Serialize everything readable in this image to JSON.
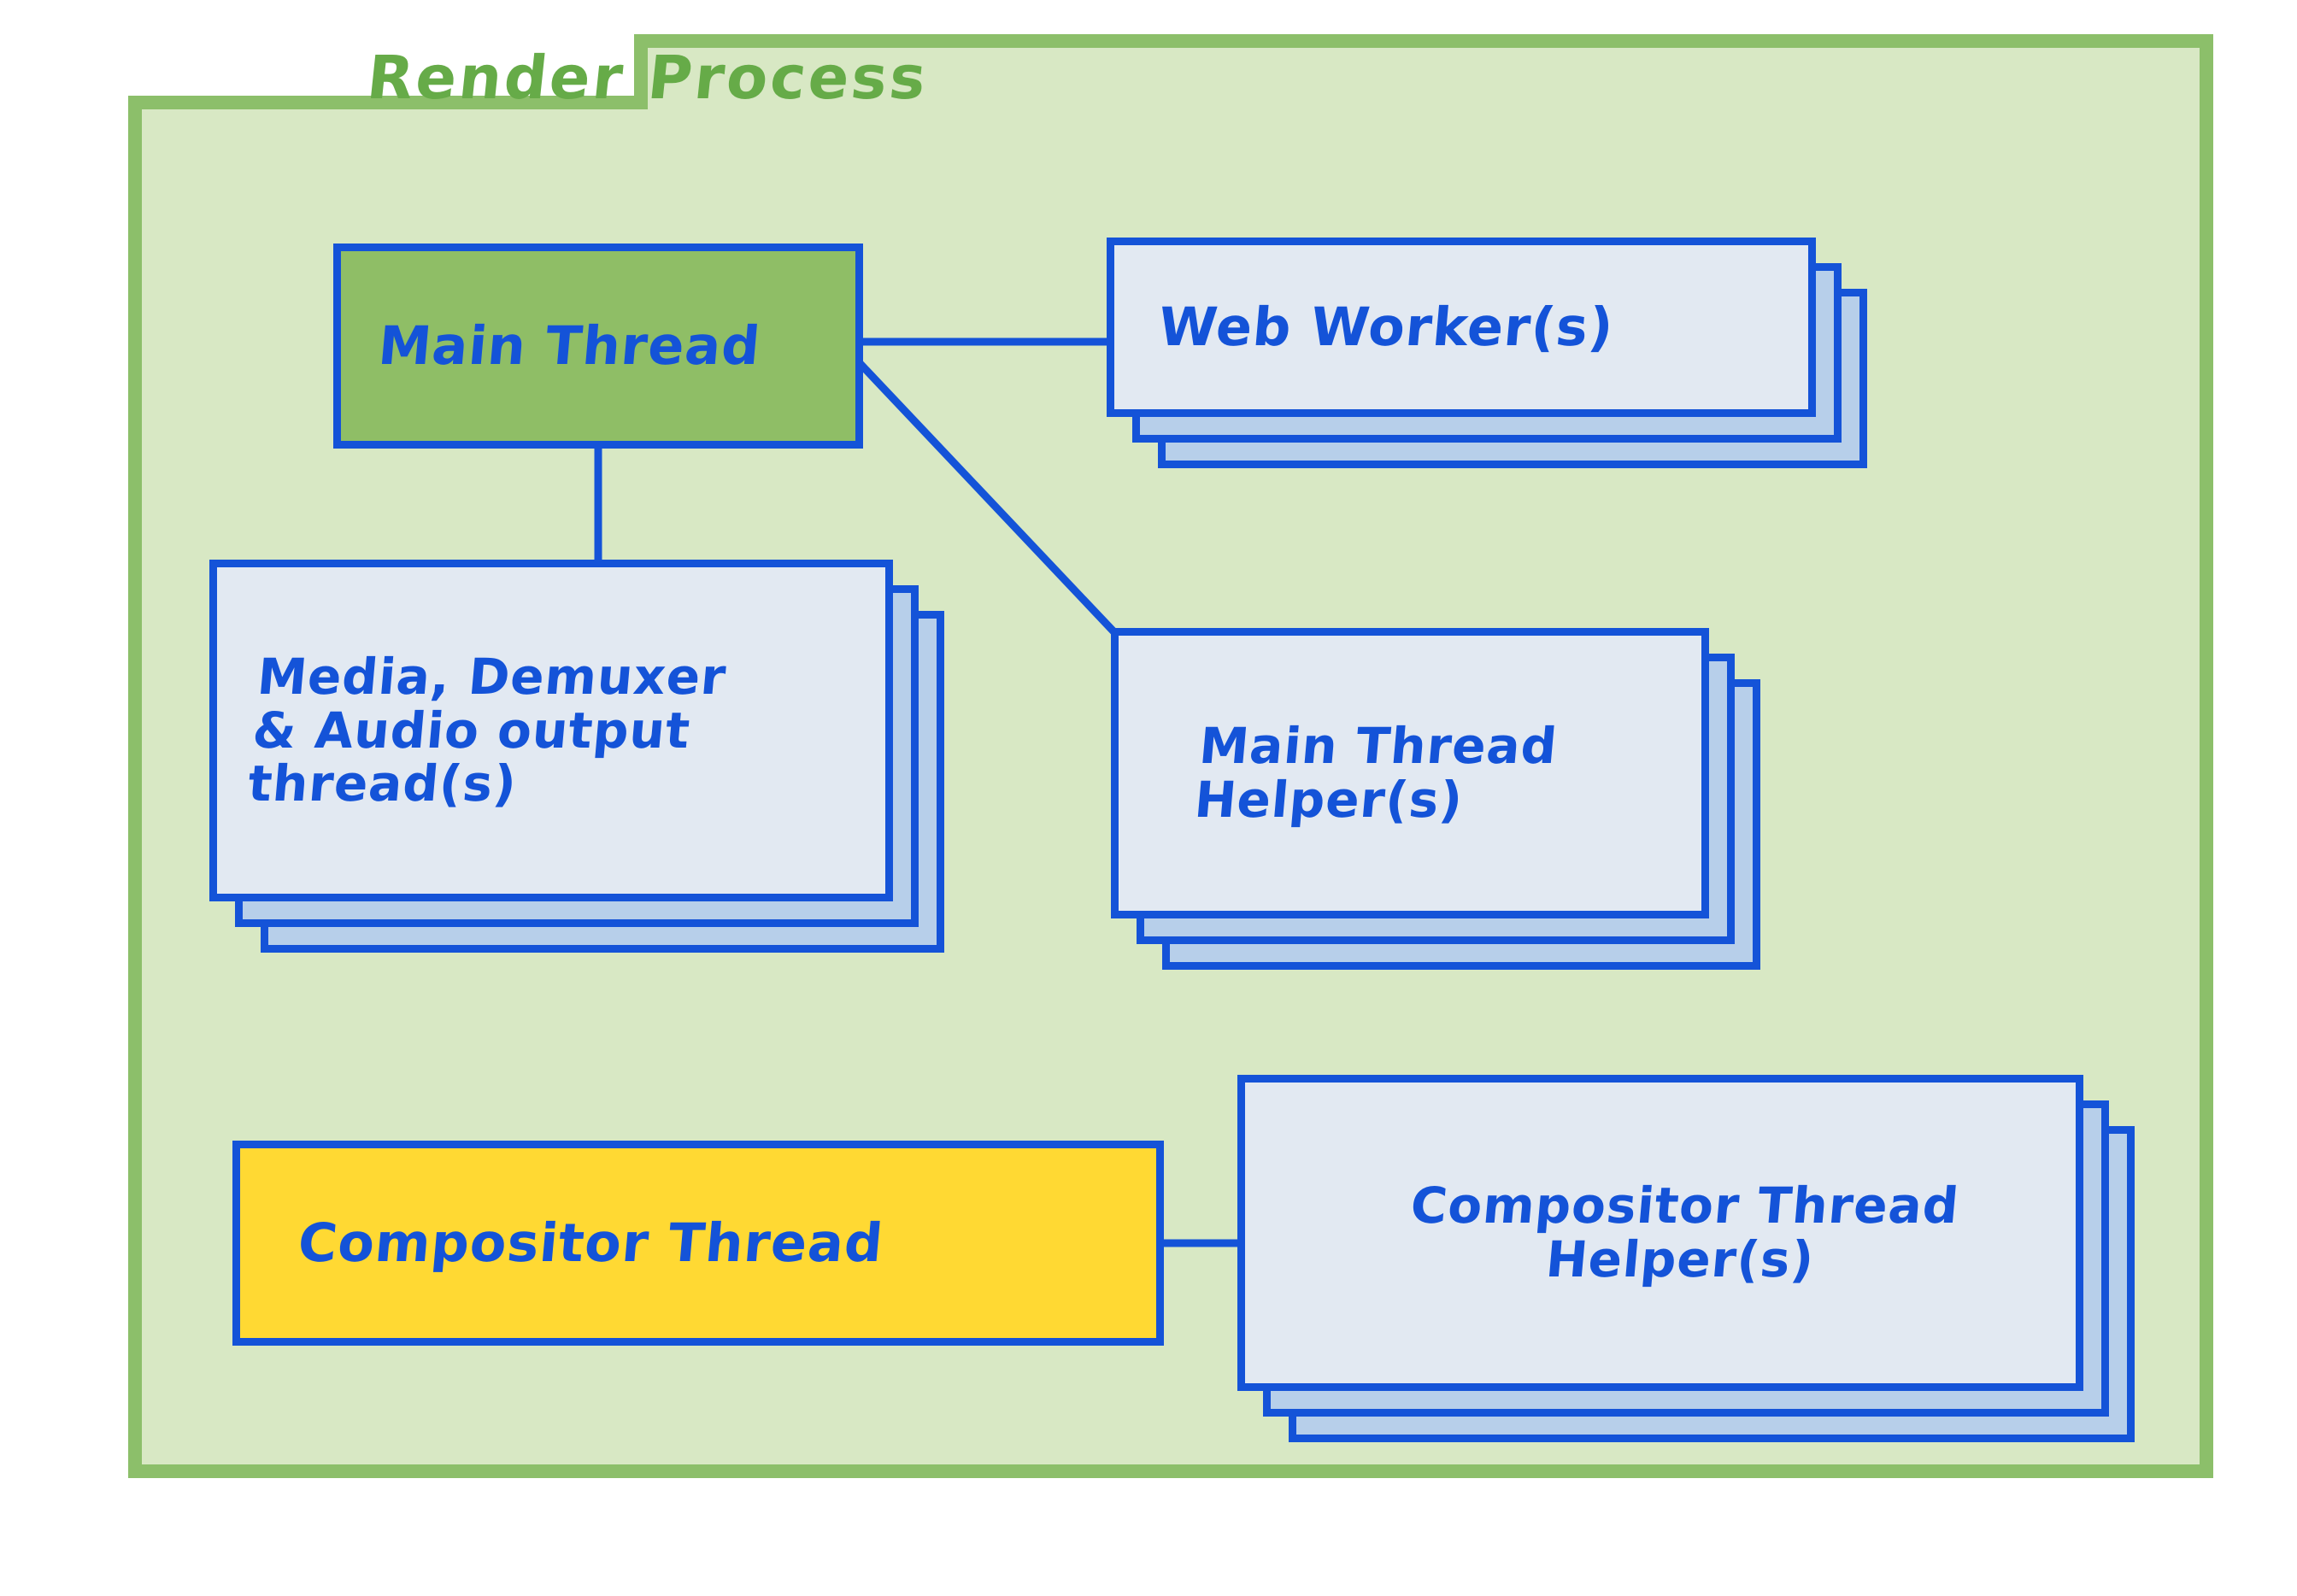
{
  "diagram": {
    "title": "Render Process",
    "frame_border_color": "#8cbf6a",
    "frame_fill_color": "#d8e8c4",
    "title_color": "#66ab48",
    "node_border_color": "#1453d8",
    "node_text_color": "#1453d8"
  },
  "nodes": [
    {
      "id": "main-thread",
      "label": "Main Thread",
      "fill_color": "#8fbe66",
      "stacked": false,
      "stack_count": 1
    },
    {
      "id": "web-worker",
      "label": "Web Worker(s)",
      "fill_color": "#e2e9f2",
      "stacked": true,
      "stack_count": 3
    },
    {
      "id": "media-demuxer-audio-output",
      "label": "Media, Demuxer\n& Audio output\n   thread(s)",
      "fill_color": "#e2e9f2",
      "stacked": true,
      "stack_count": 3
    },
    {
      "id": "main-thread-helper",
      "label": "Main Thread\nHelper(s)",
      "fill_color": "#e2e9f2",
      "stacked": true,
      "stack_count": 3
    },
    {
      "id": "compositor-thread",
      "label": "Compositor Thread",
      "fill_color": "#ffd933",
      "stacked": false,
      "stack_count": 1
    },
    {
      "id": "compositor-thread-helper",
      "label": "Compositor Thread\nHelper(s)",
      "fill_color": "#e2e9f2",
      "stacked": true,
      "stack_count": 3
    }
  ],
  "connections": [
    {
      "from": "main-thread",
      "to": "web-worker",
      "style": "horizontal"
    },
    {
      "from": "main-thread",
      "to": "main-thread-helper",
      "style": "diagonal"
    },
    {
      "from": "main-thread",
      "to": "media-demuxer-audio-output",
      "style": "vertical"
    },
    {
      "from": "compositor-thread",
      "to": "compositor-thread-helper",
      "style": "horizontal"
    }
  ]
}
